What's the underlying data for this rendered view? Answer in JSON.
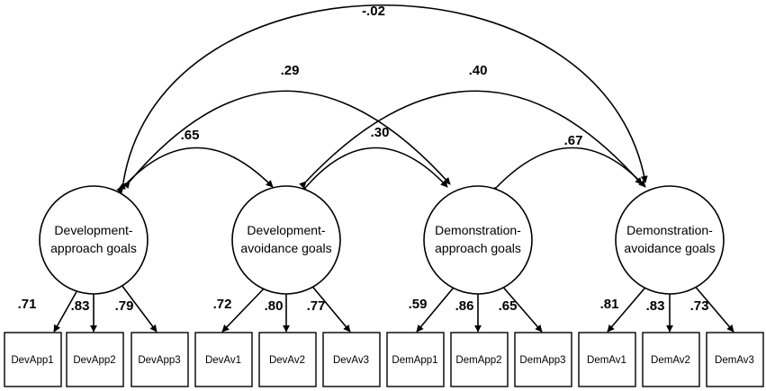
{
  "factors": [
    {
      "id": "f1",
      "line1": "Development-",
      "line2": "approach goals"
    },
    {
      "id": "f2",
      "line1": "Development-",
      "line2": "avoidance goals"
    },
    {
      "id": "f3",
      "line1": "Demonstration-",
      "line2": "approach goals"
    },
    {
      "id": "f4",
      "line1": "Demonstration-",
      "line2": "avoidance goals"
    }
  ],
  "indicators": [
    {
      "label": "DevApp1",
      "factor": "f1",
      "loading": ".71"
    },
    {
      "label": "DevApp2",
      "factor": "f1",
      "loading": ".83"
    },
    {
      "label": "DevApp3",
      "factor": "f1",
      "loading": ".79"
    },
    {
      "label": "DevAv1",
      "factor": "f2",
      "loading": ".72"
    },
    {
      "label": "DevAv2",
      "factor": "f2",
      "loading": ".80"
    },
    {
      "label": "DevAv3",
      "factor": "f2",
      "loading": ".77"
    },
    {
      "label": "DemApp1",
      "factor": "f3",
      "loading": ".59"
    },
    {
      "label": "DemApp2",
      "factor": "f3",
      "loading": ".86"
    },
    {
      "label": "DemApp3",
      "factor": "f3",
      "loading": ".65"
    },
    {
      "label": "DemAv1",
      "factor": "f4",
      "loading": ".81"
    },
    {
      "label": "DemAv2",
      "factor": "f4",
      "loading": ".83"
    },
    {
      "label": "DemAv3",
      "factor": "f4",
      "loading": ".73"
    }
  ],
  "correlations": [
    {
      "from": "f1",
      "to": "f2",
      "value": ".65"
    },
    {
      "from": "f2",
      "to": "f3",
      "value": ".30"
    },
    {
      "from": "f3",
      "to": "f4",
      "value": ".67"
    },
    {
      "from": "f1",
      "to": "f3",
      "value": ".29"
    },
    {
      "from": "f2",
      "to": "f4",
      "value": ".40"
    },
    {
      "from": "f1",
      "to": "f4",
      "value": "-.02"
    }
  ]
}
